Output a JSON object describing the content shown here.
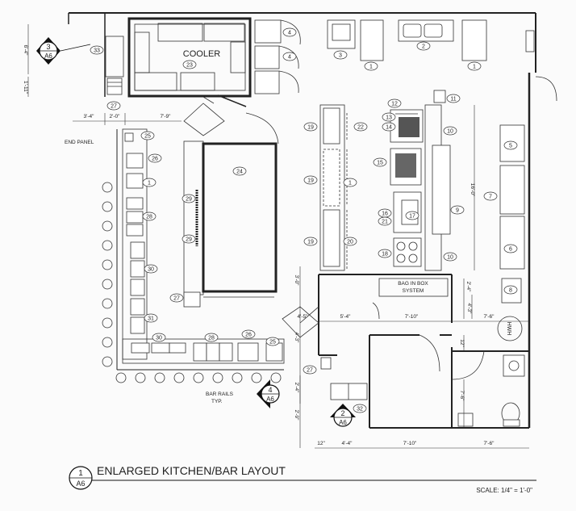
{
  "drawing": {
    "title": "ENLARGED KITCHEN/BAR LAYOUT",
    "detail_number": "1",
    "detail_sheet": "A6",
    "scale_text": "SCALE: 1/4\" = 1'-0\""
  },
  "rooms": {
    "cooler_label": "COOLER",
    "bag_in_box": "BAG IN BOX",
    "bag_in_box_system": "SYSTEM",
    "hwh": "HWH"
  },
  "notes": {
    "end_panel": "END PANEL",
    "bar_rails": "BAR RAILS",
    "bar_rails_typ": "TYP."
  },
  "section_markers": [
    {
      "num": "3",
      "sheet": "A6"
    },
    {
      "num": "4",
      "sheet": "A6"
    },
    {
      "num": "2",
      "sheet": "A6"
    }
  ],
  "dimensions": {
    "d_6_4": "6'-4\"",
    "d_1_11": "1'-11\"",
    "d_3_4": "3'-4\"",
    "d_2_0": "2'-0\"",
    "d_7_9": "7'-9\"",
    "d_16_0": "16'-0\"",
    "d_2_4": "2'-4\"",
    "d_3_0": "3'-0\"",
    "d_4_5": "4'-5\"",
    "d_5_4": "5'-4\"",
    "d_7_10a": "7'-10\"",
    "d_4_3": "4'-3\"",
    "d_7_6a": "7'-6\"",
    "d_4_3b": "4'-3\"",
    "d_12": "12\"",
    "d_7_6b": "7'-6\"",
    "d_2_4b": "2'-4\"",
    "d_2_9": "2'-9\"",
    "d_12b": "12\"",
    "d_4_4": "4'-4\"",
    "d_7_10b": "7'-10\"",
    "d_7_6c": "7'-6\""
  },
  "equipment_tags": {
    "t1": "1",
    "t2": "2",
    "t3": "3",
    "t4": "4",
    "t4b": "4",
    "t1b": "1",
    "t1c": "1",
    "t5": "5",
    "t6": "6",
    "t7": "7",
    "t8": "8",
    "t9": "9",
    "t10": "10",
    "t10b": "10",
    "t11": "11",
    "t12": "12",
    "t13": "13",
    "t14": "14",
    "t15": "15",
    "t16": "16",
    "t17": "17",
    "t18": "18",
    "t19a": "19",
    "t19b": "19",
    "t19c": "19",
    "t20": "20",
    "t21": "21",
    "t22": "22",
    "t23": "23",
    "t24": "24",
    "t25a": "25",
    "t25b": "25",
    "t26a": "26",
    "t26b": "26",
    "t27a": "27",
    "t27b": "27",
    "t27c": "27",
    "t28a": "28",
    "t28b": "28",
    "t29a": "29",
    "t29b": "29",
    "t30a": "30",
    "t30b": "30",
    "t31": "31",
    "t32": "32",
    "t33": "33",
    "t1d": "1",
    "t1e": "1"
  }
}
